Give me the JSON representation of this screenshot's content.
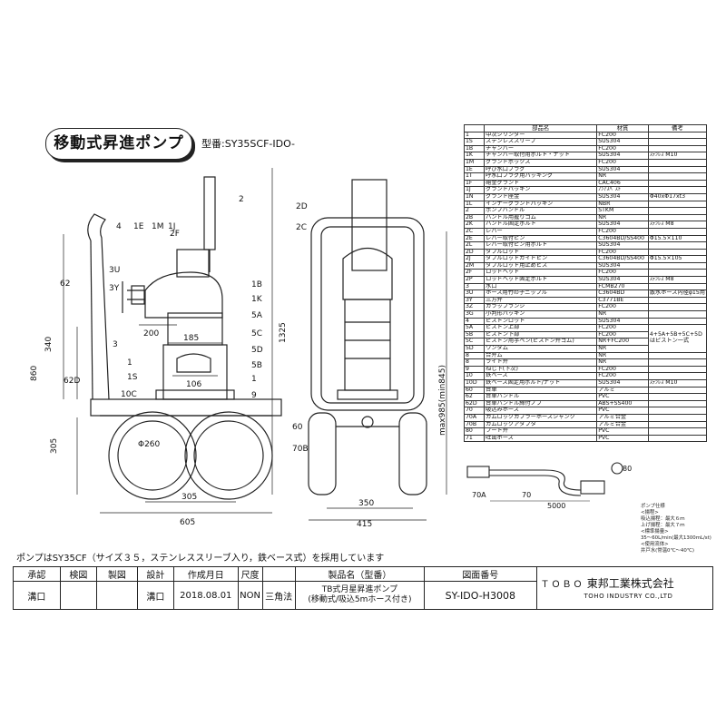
{
  "header": {
    "title": "移動式昇進ポンプ",
    "model_label": "型番:SY35SCF-IDO-"
  },
  "parts_table": {
    "headers": [
      "",
      "部品名",
      "材質",
      "備考"
    ],
    "rows": [
      [
        "1",
        "中次シリンダー",
        "FC200",
        ""
      ],
      [
        "1S",
        "ステンレススリーブ",
        "SUS304",
        ""
      ],
      [
        "1B",
        "チャンバー",
        "FC200",
        ""
      ],
      [
        "1K",
        "チャンバー取付用ボルト・ナット",
        "SUS304",
        "ｽﾃﾝﾚｽ M10"
      ],
      [
        "1M",
        "グランドボックス",
        "FC200",
        ""
      ],
      [
        "1E",
        "呼び水口プラグ",
        "SUS304",
        ""
      ],
      [
        "1T",
        "呼水口プラグ用パッキング",
        "NR",
        ""
      ],
      [
        "1F",
        "砲金グランド",
        "CAC406",
        ""
      ],
      [
        "1J",
        "グランドパッキン",
        "ﾉﾝｱｽﾍﾞｽﾄ",
        ""
      ],
      [
        "1N",
        "グランド座金",
        "SUS304",
        "Φ40xΦ17xt3"
      ],
      [
        "1L",
        "インナーグランドパッキン",
        "NBR",
        ""
      ],
      [
        "2",
        "ポンプハンドル",
        "STKM",
        ""
      ],
      [
        "2B",
        "ハンドル用握りゴム",
        "NR",
        ""
      ],
      [
        "2K",
        "ハンドル固定ボルト",
        "SUS304",
        "ｽﾃﾝﾚｽ M8"
      ],
      [
        "2C",
        "レバー",
        "FC200",
        ""
      ],
      [
        "2E",
        "レバー取付ピン",
        "C3604BD/SS400",
        "Φ15.5×110"
      ],
      [
        "2L",
        "レバー取付ピン用ボルト",
        "SUS304",
        ""
      ],
      [
        "2D",
        "ダブルロッド",
        "FC200",
        ""
      ],
      [
        "2J",
        "ダブルロッドガイドピン",
        "C3604BD/SS400",
        "Φ15.5×105"
      ],
      [
        "2M",
        "ダブルロッド用止めビス",
        "SUS304",
        ""
      ],
      [
        "2F",
        "ロッドヘッド",
        "FC200",
        ""
      ],
      [
        "2P",
        "ロッドヘッド固定ボルト",
        "SUS304",
        "ｽﾃﾝﾚｽ M8"
      ],
      [
        "3",
        "水口",
        "FCMB270",
        ""
      ],
      [
        "3U",
        "ホース用竹の子ニップル",
        "C3604BD",
        "散水ホース内径φ15用"
      ],
      [
        "3Y",
        "三方弁",
        "C3771BE",
        ""
      ],
      [
        "3Z",
        "カラップランジ",
        "FC200",
        ""
      ],
      [
        "3G",
        "小判形パッキン",
        "NR",
        ""
      ],
      [
        "4",
        "ピストンロット",
        "SUS304",
        ""
      ],
      [
        "5A",
        "ピストン上部",
        "FC200",
        ""
      ],
      [
        "5B",
        "ピストン下部",
        "FC200",
        ""
      ],
      [
        "5C",
        "ピストン用芋ペン(ピストン弁ゴム)",
        "NR+FC200",
        ""
      ],
      [
        "5D",
        "ワンダム",
        "NR",
        ""
      ],
      [
        "8",
        "合弁ム",
        "NR",
        ""
      ],
      [
        "8",
        "ライト弁",
        "NR",
        ""
      ],
      [
        "9",
        "ねじ下(下次)",
        "FC200",
        ""
      ],
      [
        "10",
        "鉄ベース",
        "FC200",
        ""
      ],
      [
        "10D",
        "鉄ベース固定用ボルト/ナット",
        "SUS304",
        "ｽﾃﾝﾚｽ M10"
      ],
      [
        "60",
        "台車",
        "アルミ",
        ""
      ],
      [
        "62",
        "台車ハンドル",
        "PVC",
        ""
      ],
      [
        "62D",
        "台車ハンドル締付ノブ",
        "ABS+SS400",
        ""
      ],
      [
        "70",
        "吸込みホース",
        "PVC",
        ""
      ],
      [
        "70A",
        "カムロックカプラーホースシャンク",
        "アルミ合金",
        ""
      ],
      [
        "70B",
        "カムロックアダプタ",
        "アルミ合金",
        ""
      ],
      [
        "80",
        "フート弁",
        "PVC",
        ""
      ],
      [
        "71",
        "吐出ホース",
        "PVC",
        ""
      ]
    ],
    "merged_note": "4+5A+5B+5C+5Dはピストン一式"
  },
  "front_view": {
    "labels": {
      "l2": "2",
      "l2F": "2F",
      "l4": "4",
      "l1E": "1E",
      "l1M": "1M",
      "l1J": "1J",
      "l3U": "3U",
      "l3Y": "3Y",
      "l62": "62",
      "l3": "3",
      "l1B": "1B",
      "l1K": "1K",
      "l5A": "5A",
      "l5C": "5C",
      "l5D": "5D",
      "l5B": "5B",
      "l1": "1",
      "l1S": "1S",
      "l10C": "10C",
      "l9": "9",
      "l62D": "62D",
      "l60": "60",
      "l70B": "70B"
    },
    "dims": {
      "d200": "200",
      "d185": "185",
      "d106": "106",
      "d340": "340",
      "d860": "860",
      "d1325": "1325",
      "d305v": "305",
      "d260": "Φ260",
      "d305h": "305",
      "d605": "605"
    }
  },
  "side_view": {
    "labels": {
      "l2D": "2D",
      "l2C": "2C"
    },
    "dims": {
      "dmax": "max985(min845)",
      "d350": "350",
      "d415": "415"
    }
  },
  "hose": {
    "labels": {
      "l70A": "70A",
      "l70": "70",
      "l80": "80"
    },
    "length": "5000"
  },
  "spec": {
    "lines": [
      "ポンプ仕様",
      "<揚程>",
      "吸込揚程：最大６ｍ",
      "上げ揚程：最大７ｍ",
      "<標準揚量>",
      "35〜60L/min(最大1300mL/st)",
      "<使用流体>",
      "井戸水(常温0℃〜40℃)"
    ]
  },
  "note": "ポンプはSY35CF（サイズ３５，ステンレススリーブ入り，鉄ベース式）を採用しています",
  "title_block": {
    "h_approve": "承認",
    "h_check": "検図",
    "h_draw": "製図",
    "h_design": "設計",
    "h_date": "作成月日",
    "h_scale": "尺度",
    "h_name": "製品名（型番）",
    "h_drawing_no": "図面番号",
    "v_approve": "溝口",
    "v_design": "溝口",
    "v_date": "2018.08.01",
    "v_scale": "NON",
    "v_projection": "三角法",
    "v_name1": "TB式月星昇進ポンプ",
    "v_name2": "(移動式/吸込5mホース付き)",
    "v_drawing_no": "SY-IDO-H3008",
    "company_short": "ＴＯＢＯ",
    "company": "東邦工業株式会社",
    "company_en": "TOHO INDUSTRY CO.,LTD"
  }
}
